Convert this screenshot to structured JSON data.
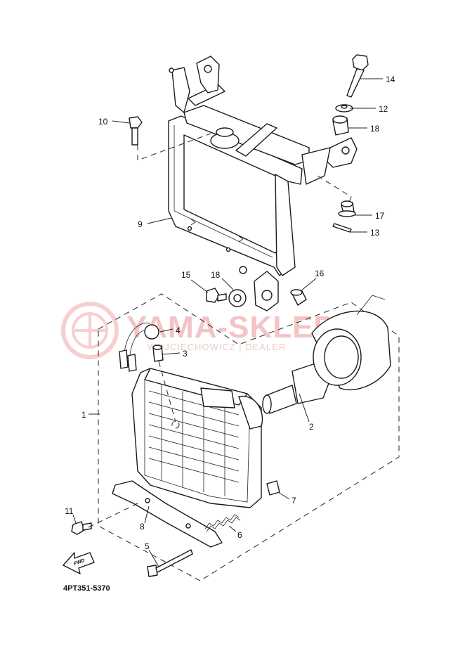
{
  "diagram": {
    "code": "4PT351-5370",
    "fwd_label": "FWD",
    "watermark": {
      "brand": "YAMA-SKLEP.PL",
      "sub": "WOJCIECHOWICZ | DEALER"
    },
    "callouts": [
      {
        "id": "c14",
        "label": "14"
      },
      {
        "id": "c12",
        "label": "12"
      },
      {
        "id": "c18a",
        "label": "18"
      },
      {
        "id": "c10",
        "label": "10"
      },
      {
        "id": "c17",
        "label": "17"
      },
      {
        "id": "c13",
        "label": "13"
      },
      {
        "id": "c9",
        "label": "9"
      },
      {
        "id": "c15",
        "label": "15"
      },
      {
        "id": "c18b",
        "label": "18"
      },
      {
        "id": "c16",
        "label": "16"
      },
      {
        "id": "c4",
        "label": "4"
      },
      {
        "id": "c3",
        "label": "3"
      },
      {
        "id": "c1",
        "label": "1"
      },
      {
        "id": "c2",
        "label": "2"
      },
      {
        "id": "c7",
        "label": "7"
      },
      {
        "id": "c11",
        "label": "11"
      },
      {
        "id": "c8",
        "label": "8"
      },
      {
        "id": "c6",
        "label": "6"
      },
      {
        "id": "c5",
        "label": "5"
      }
    ]
  }
}
